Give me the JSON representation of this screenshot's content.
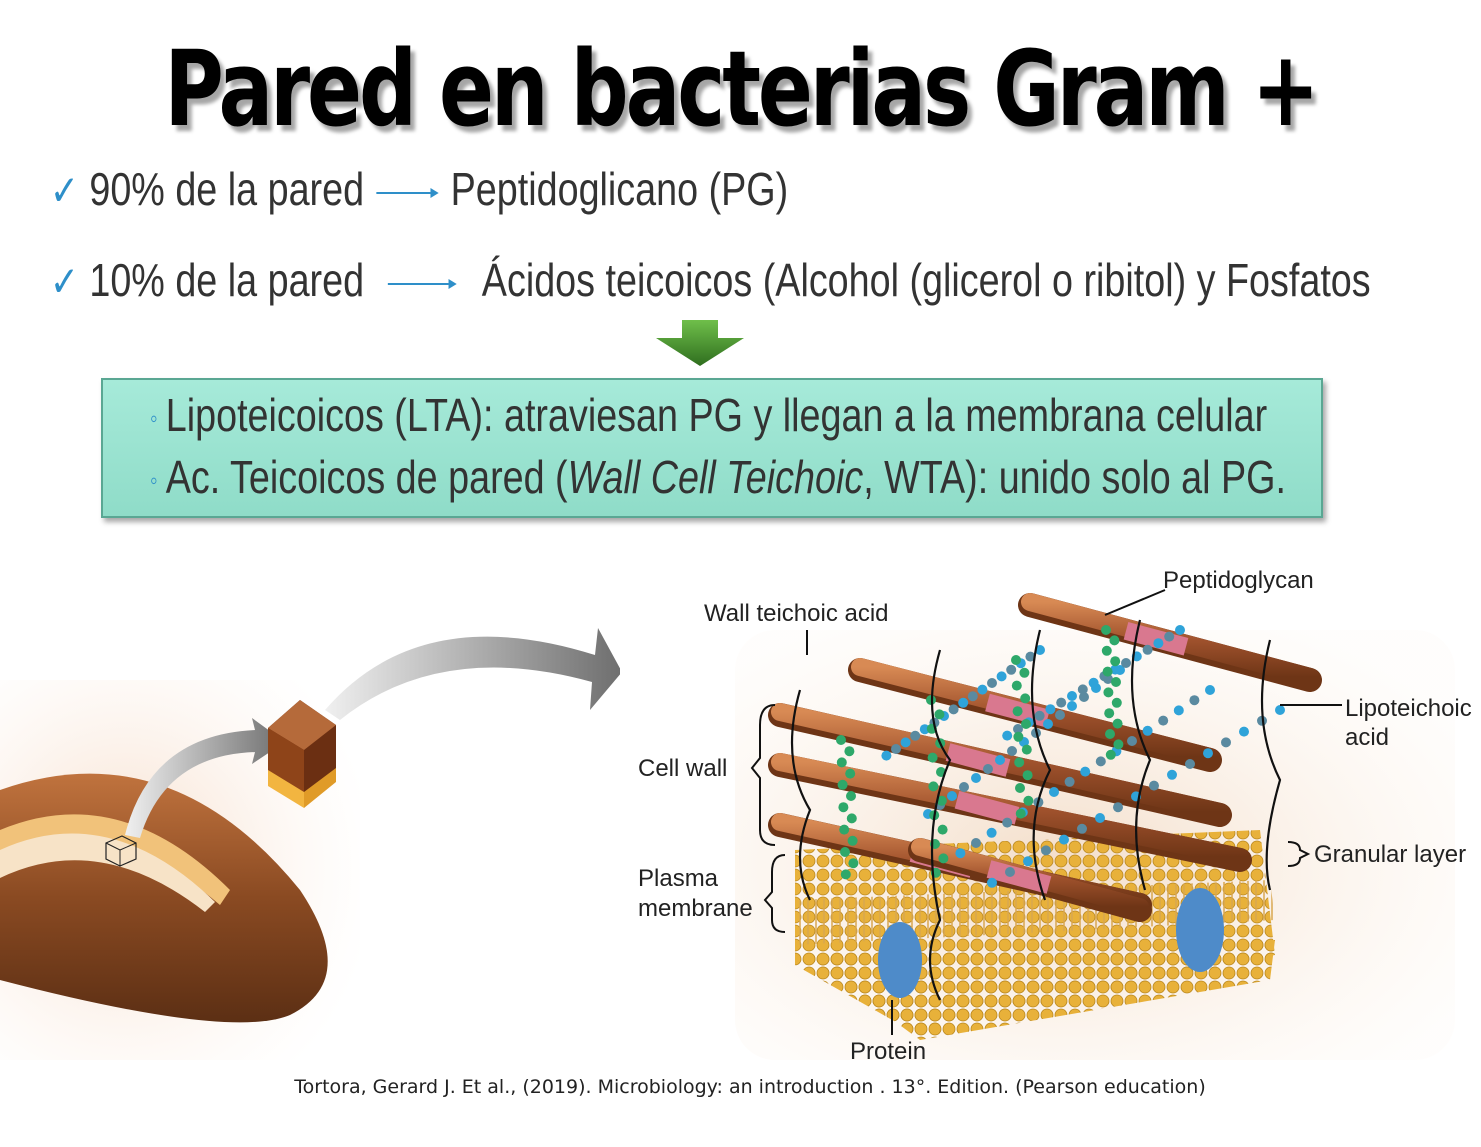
{
  "title": "Pared en bacterias Gram +",
  "bullets": [
    {
      "check": "✓",
      "lead": "90% de la pared",
      "target": "Peptidoglicano (PG)"
    },
    {
      "check": "✓",
      "lead": "10% de la pared",
      "target": "Ácidos teicoicos (Alcohol (glicerol o ribitol) y Fosfatos"
    }
  ],
  "box": {
    "items": [
      {
        "bullet": "◦",
        "text": "Lipoteicoicos (LTA): atraviesan PG y llegan a la membrana celular"
      },
      {
        "bullet": "◦",
        "prefix": "Ac. Teicoicos de pared (",
        "italic": "Wall Cell Teichoic",
        "suffix": ", WTA): unido solo al PG."
      }
    ]
  },
  "diagram": {
    "labels": {
      "peptidoglycan": "Peptidoglycan",
      "wall_teichoic": "Wall teichoic acid",
      "lipoteichoic_1": "Lipoteichoic",
      "lipoteichoic_2": "acid",
      "cell_wall": "Cell wall",
      "granular": "Granular layer",
      "plasma_1": "Plasma",
      "plasma_2": "membrane",
      "protein": "Protein"
    },
    "colors": {
      "rod": "#a0522d",
      "pink_segment": "#d9788f",
      "bead_blue": "#2fa3d9",
      "bead_green": "#2ea86a",
      "lipid_head": "#e8b13a",
      "protein": "#4e8bc9",
      "box_fill": "#a6ead9",
      "check": "#2e8fc9"
    }
  },
  "citation": "Tortora, Gerard J.  Et al., (2019). Microbiology: an introduction . 13°. Edition. (Pearson education)"
}
